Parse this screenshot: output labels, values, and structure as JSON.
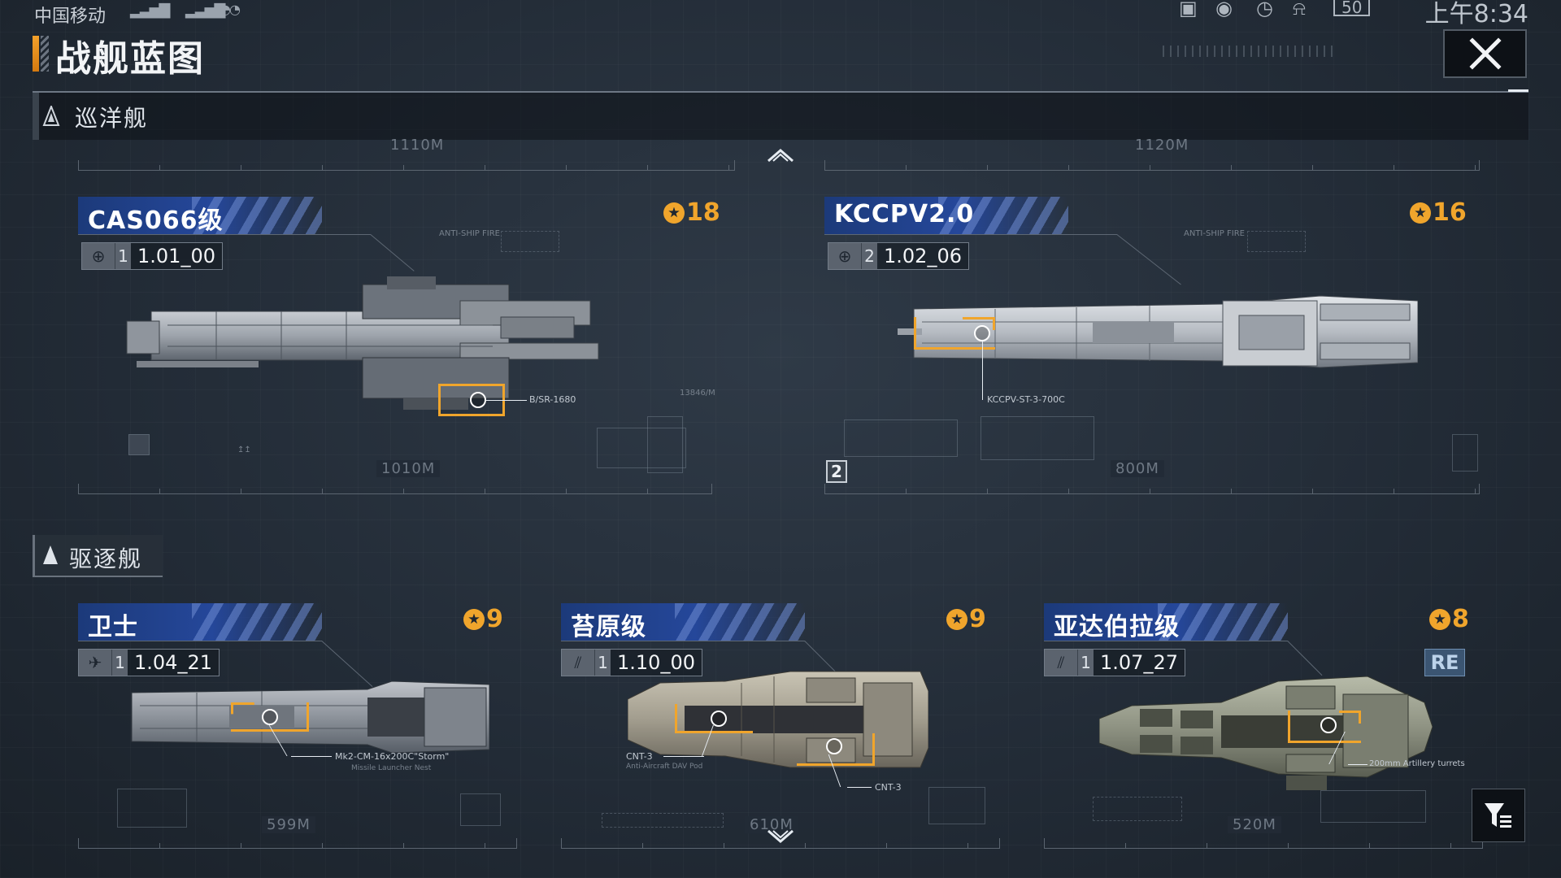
{
  "status_bar": {
    "carrier": "中国移动",
    "time": "上午8:34",
    "battery": "50"
  },
  "header": {
    "title": "战舰蓝图",
    "close_icon": "close-x-icon"
  },
  "sections": [
    {
      "label": "巡洋舰",
      "icon": "cruiser-class-icon",
      "ships": [
        {
          "name": "CAS066级",
          "points": "18",
          "version_icon": "globe-icon",
          "version_num": "1",
          "version": "1.01_00",
          "hardpoint": "B/SR-1680",
          "scale": "1010M",
          "top_scale": "1110M"
        },
        {
          "name": "KCCPV2.0",
          "points": "16",
          "version_icon": "globe-icon",
          "version_num": "2",
          "version": "1.02_06",
          "hardpoint": "KCCPV-ST-3-700C",
          "scale": "800M",
          "top_scale": "1120M",
          "marker": "2"
        }
      ]
    },
    {
      "label": "驱逐舰",
      "icon": "destroyer-class-icon",
      "ships": [
        {
          "name": "卫士",
          "points": "9",
          "version_icon": "jet-icon",
          "version_num": "1",
          "version": "1.04_21",
          "hardpoint": "Mk2-CM-16x200C\"Storm\"",
          "hardpoint_sub": "Missile Launcher Nest",
          "scale": "599M"
        },
        {
          "name": "苔原级",
          "points": "9",
          "version_icon": "wing-icon",
          "version_num": "1",
          "version": "1.10_00",
          "hardpoint": "CNT-3",
          "hardpoint_left": "CNT-3",
          "hardpoint_left_sub": "Anti-Aircraft DAV Pod",
          "scale": "610M"
        },
        {
          "name": "亚达伯拉级",
          "points": "8",
          "version_icon": "wing-icon",
          "version_num": "1",
          "version": "1.07_27",
          "badge": "RE",
          "hardpoint": "200mm Artillery turrets",
          "scale": "520M"
        }
      ]
    }
  ],
  "colors": {
    "accent_orange": "#f0a52c",
    "name_bar_blue": "#25479a",
    "background": "#222b36"
  },
  "controls": {
    "scroll_up_icon": "chevron-up-icon",
    "scroll_down_icon": "chevron-down-icon",
    "filter_icon": "filter-icon"
  }
}
